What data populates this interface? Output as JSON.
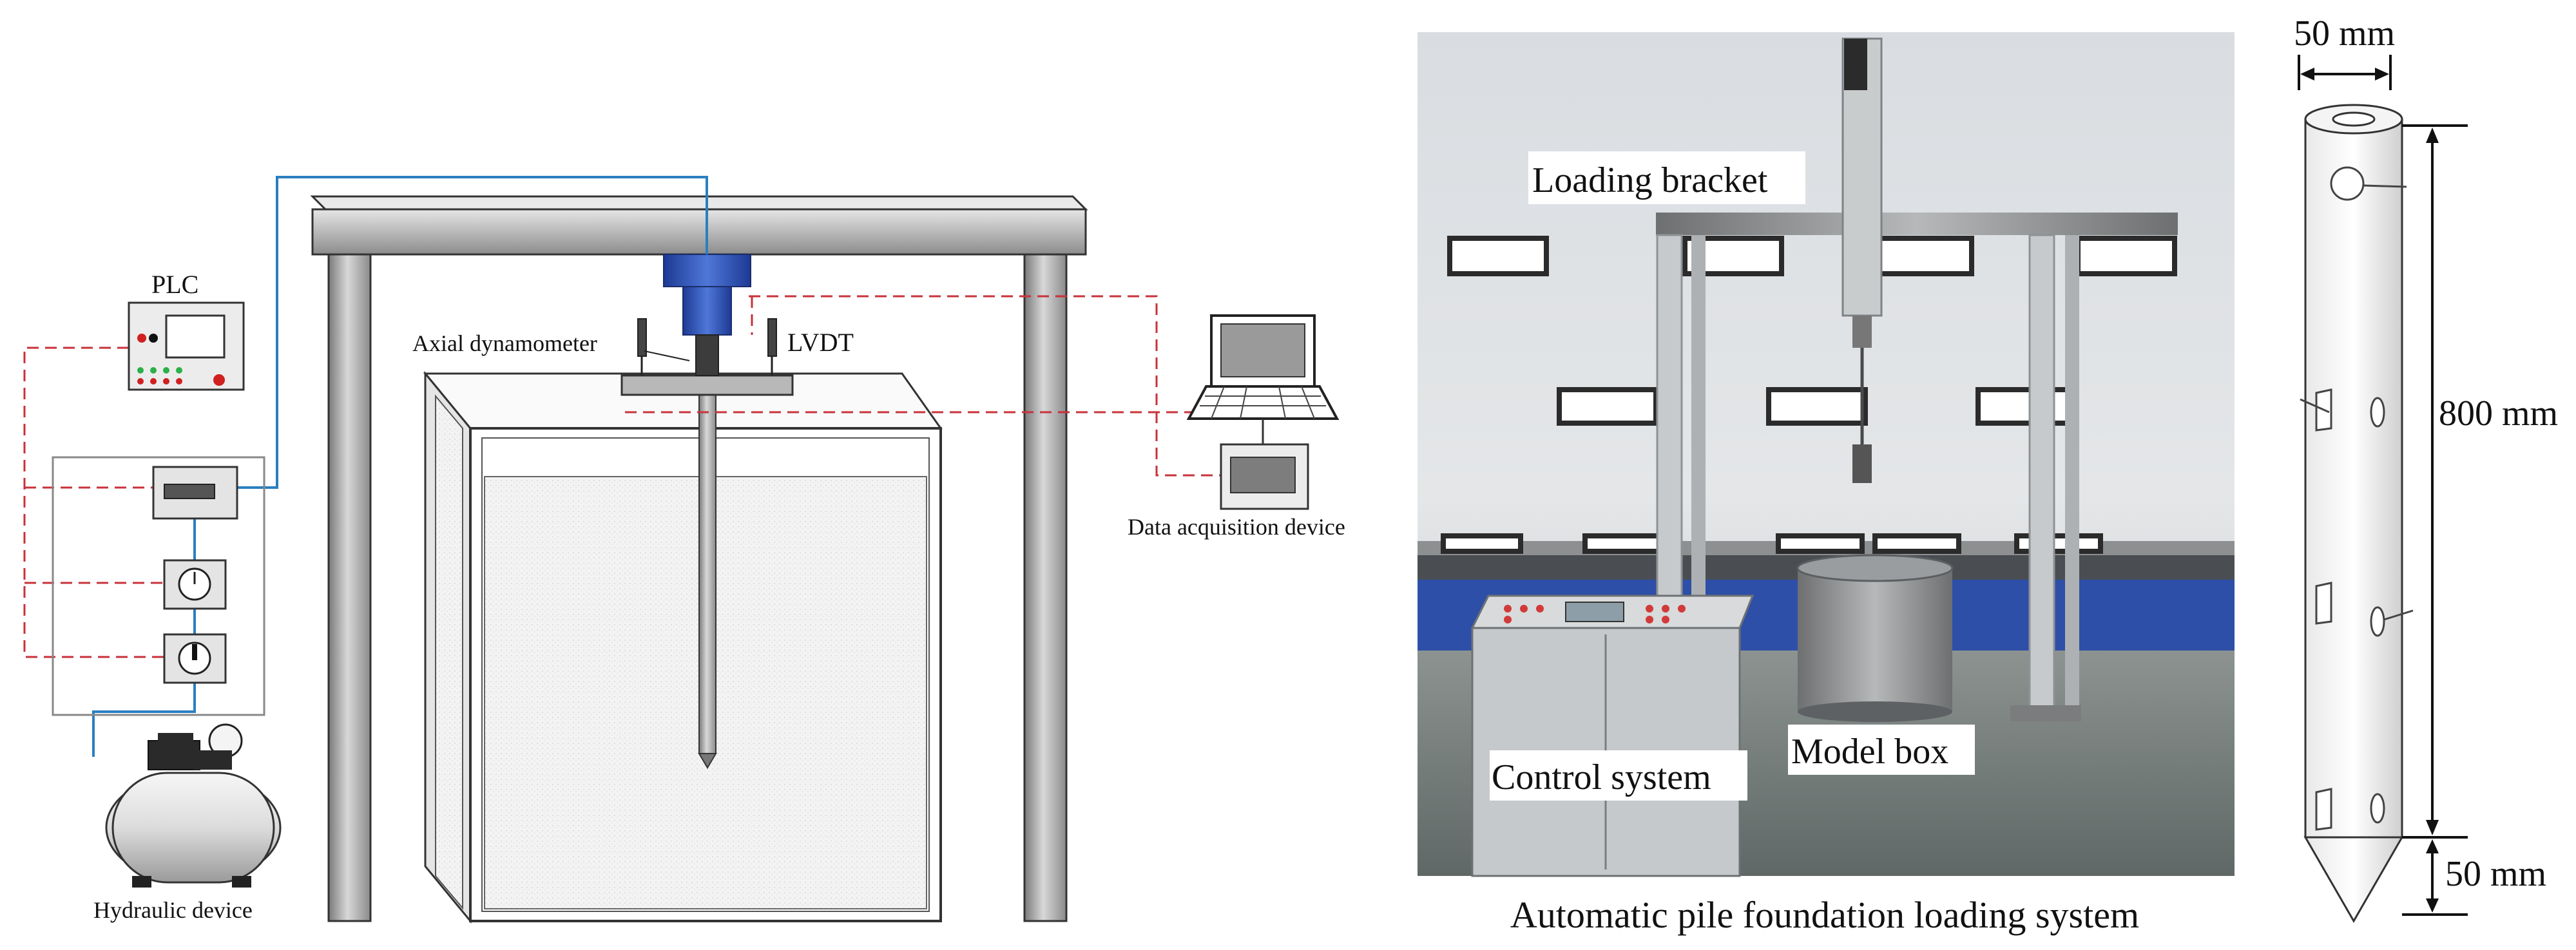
{
  "schematic": {
    "plc_label": "PLC",
    "axial_dynamometer_label": "Axial dynamometer",
    "lvdt_label": "LVDT",
    "data_acquisition_label": "Data acquisition device",
    "hydraulic_label": "Hydraulic device"
  },
  "photo": {
    "loading_bracket_label": "Loading bracket",
    "control_system_label": "Control system",
    "model_box_label": "Model box",
    "caption": "Automatic pile foundation loading system"
  },
  "pile": {
    "diameter_label": "50 mm",
    "length_label": "800 mm",
    "tip_label": "50 mm"
  },
  "colors": {
    "cable_blue": "#2a7fc0",
    "signal_red": "#c8323a",
    "actuator_blue": "#2d4fb5",
    "frame_gray": "#9a9a9a"
  }
}
